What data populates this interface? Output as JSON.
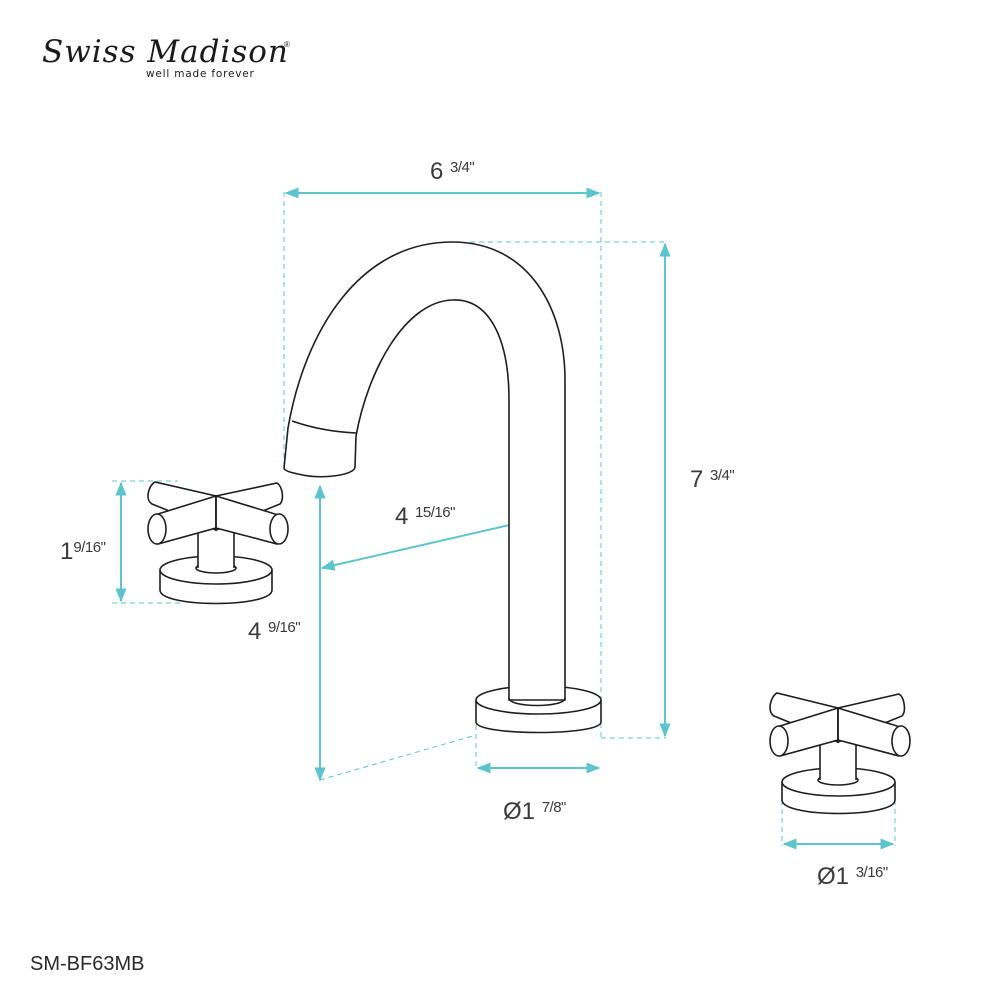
{
  "brand": {
    "name": "Swiss Madison",
    "tagline": "well made forever",
    "registered_mark": "®"
  },
  "product": {
    "model_number": "SM-BF63MB",
    "type": "widespread bathroom faucet with cross handles"
  },
  "colors": {
    "dimension_line": "#5bc4cc",
    "outline": "#1e1e1e",
    "label_text": "#3a3a3a",
    "background": "#ffffff"
  },
  "dimensions": {
    "spout_width": {
      "whole": "6",
      "fraction": "3/4",
      "unit": "\"",
      "label": "6 3/4\""
    },
    "spout_height": {
      "whole": "7",
      "fraction": "3/4",
      "unit": "\"",
      "label": "7 3/4\""
    },
    "spout_reach": {
      "whole": "4",
      "fraction": "15/16",
      "unit": "\"",
      "label": "4 15/16\""
    },
    "spout_clearance": {
      "whole": "4",
      "fraction": "9/16",
      "unit": "\"",
      "label": "4 9/16\""
    },
    "handle_height": {
      "whole": "1",
      "fraction": "9/16",
      "unit": "\"",
      "label": "1 9/16\""
    },
    "spout_base_diameter": {
      "prefix": "Ø1",
      "fraction": "7/8",
      "unit": "\"",
      "label": "Ø1 7/8\""
    },
    "handle_base_diameter": {
      "prefix": "Ø1",
      "fraction": "3/16",
      "unit": "\"",
      "label": "Ø1 3/16\""
    }
  }
}
